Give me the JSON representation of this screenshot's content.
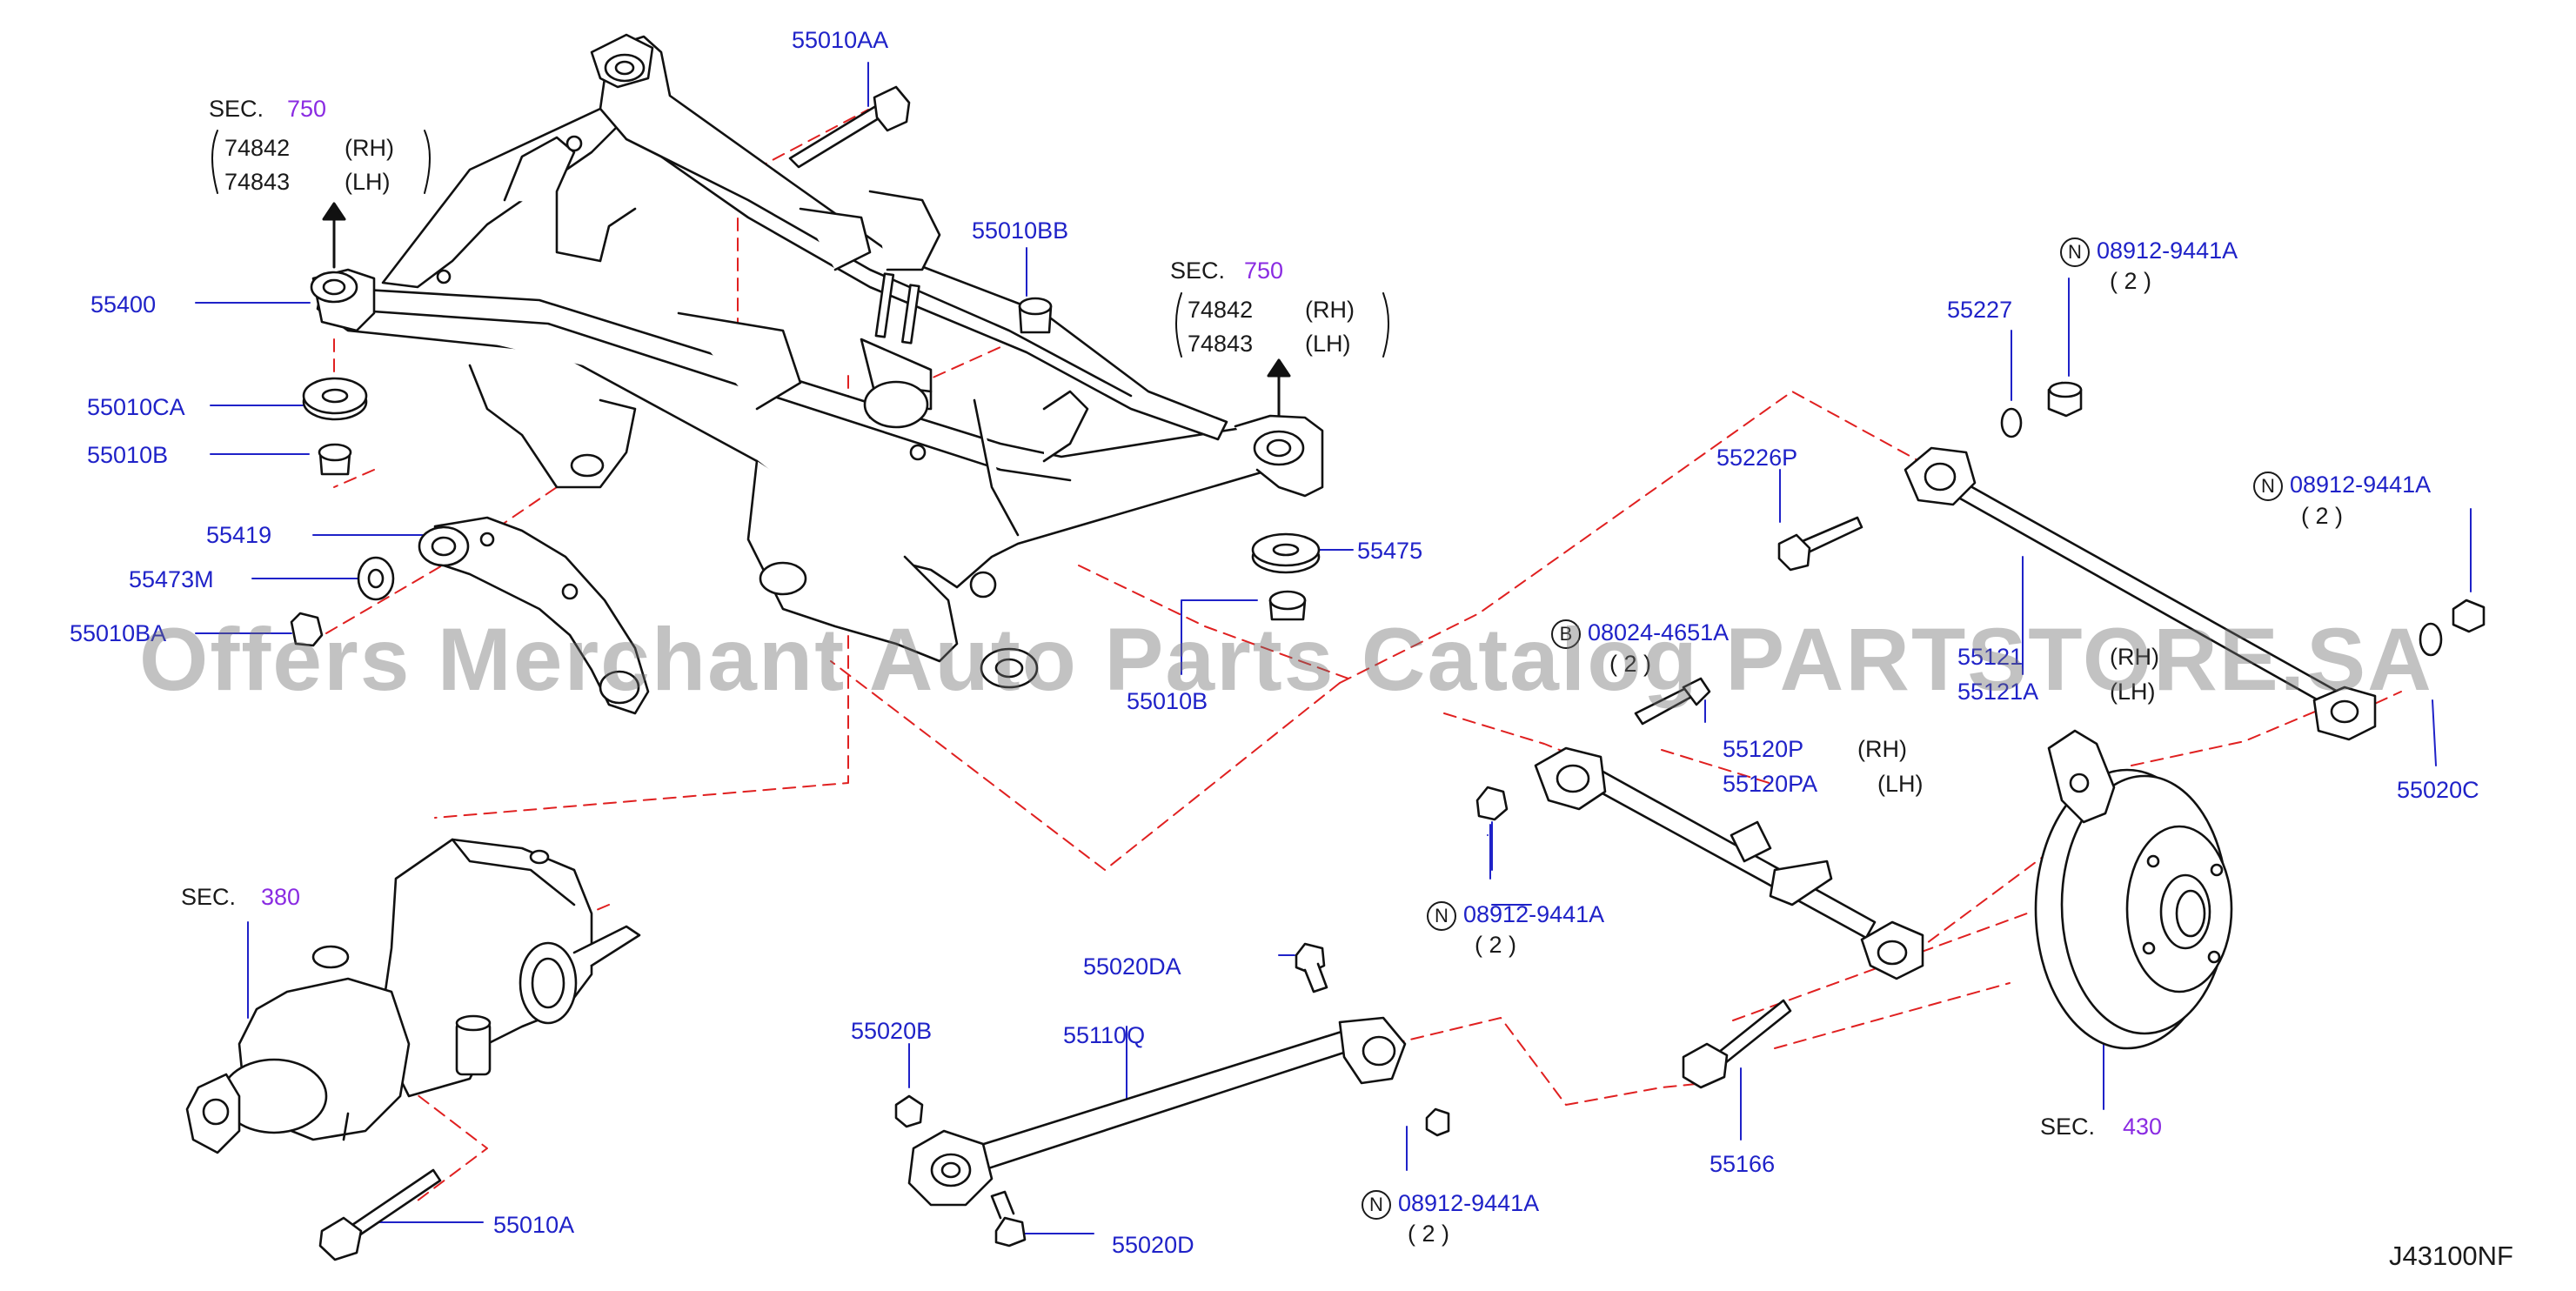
{
  "diagram": {
    "watermark": "Offers Merchant Auto Parts Catalog PARTSTORE.SA",
    "code": "J43100NF",
    "colors": {
      "part_number": "#1f22c8",
      "section_ref": "#8a2be2",
      "leader": "#1f22c8",
      "dash": "#e02020",
      "line": "#1a1a1a"
    },
    "sections": [
      {
        "prefix": "SEC.",
        "num": "750",
        "parts": [
          "74842",
          "74843"
        ],
        "sides": [
          "(RH)",
          "(LH)"
        ]
      },
      {
        "prefix": "SEC.",
        "num": "750",
        "parts": [
          "74842",
          "74843"
        ],
        "sides": [
          "(RH)",
          "(LH)"
        ]
      },
      {
        "prefix": "SEC.",
        "num": "380"
      },
      {
        "prefix": "SEC.",
        "num": "430"
      }
    ],
    "labels": {
      "p55010AA": "55010AA",
      "p55400": "55400",
      "p55010CA": "55010CA",
      "p55010B": "55010B",
      "p55419": "55419",
      "p55473M": "55473M",
      "p55010BA": "55010BA",
      "p55010BB": "55010BB",
      "p55475": "55475",
      "p55010B2": "55010B",
      "p55227": "55227",
      "n1": "08912-9441A",
      "n1q": "( 2 )",
      "n2": "08912-9441A",
      "n2q": "( 2 )",
      "p55226P": "55226P",
      "b1": "08024-4651A",
      "b1q": "( 2 )",
      "p55121": "55121",
      "p55121rh": "(RH)",
      "p55121A": "55121A",
      "p55121lh": "(LH)",
      "p55120P": "55120P",
      "p55120Prh": "(RH)",
      "p55120PA": "55120PA",
      "p55120PAlh": "(LH)",
      "p55020C": "55020C",
      "n3": "08912-9441A",
      "n3q": "( 2 )",
      "p55020DA": "55020DA",
      "p55020B": "55020B",
      "p55110Q": "55110Q",
      "n4": "08912-9441A",
      "n4q": "( 2 )",
      "p55020D": "55020D",
      "p55166": "55166",
      "p55010A": "55010A",
      "circle_n": "N",
      "circle_b": "B"
    }
  }
}
